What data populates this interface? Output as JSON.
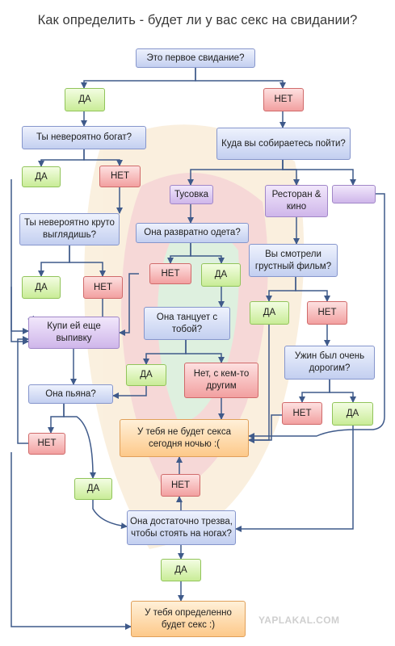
{
  "title": "Как определить - будет ли у вас секс на свидании?",
  "nodes": {
    "first_date": "Это первое свидание?",
    "yes_first": "ДА",
    "no_first": "НЕТ",
    "rich": "Ты невероятно богат?",
    "where": "Куда вы собираетесь пойти?",
    "rich_yes": "ДА",
    "rich_no": "НЕТ",
    "party": "Тусовка",
    "restaurant": "Ресторан & кино",
    "blank": "",
    "cool": "Ты невероятно круто выглядишь?",
    "dressed": "Она развратно одета?",
    "sad_film": "Вы смотрели грустный фильм?",
    "cool_yes": "ДА",
    "cool_no": "НЕТ",
    "dressed_no": "НЕТ",
    "dressed_yes": "ДА",
    "buy_drink": "Купи ей еще выпивку",
    "dance": "Она танцует с тобой?",
    "film_yes": "ДА",
    "film_no": "НЕТ",
    "expensive": "Ужин был очень дорогим?",
    "dance_yes": "ДА",
    "dance_no": "Нет, с кем-то другим",
    "drunk": "Она пьяна?",
    "exp_no": "НЕТ",
    "exp_yes": "ДА",
    "no_sex": "У тебя не будет секса сегодня ночью :(",
    "drunk_no": "НЕТ",
    "drunk_yes": "ДА",
    "sober_no": "НЕТ",
    "sober": "Она достаточно трезва, чтобы стоять на ногах?",
    "sober_yes": "ДА",
    "sex": "У тебя определенно будет секс :)"
  },
  "footer": "YAPLAKAL.COM"
}
